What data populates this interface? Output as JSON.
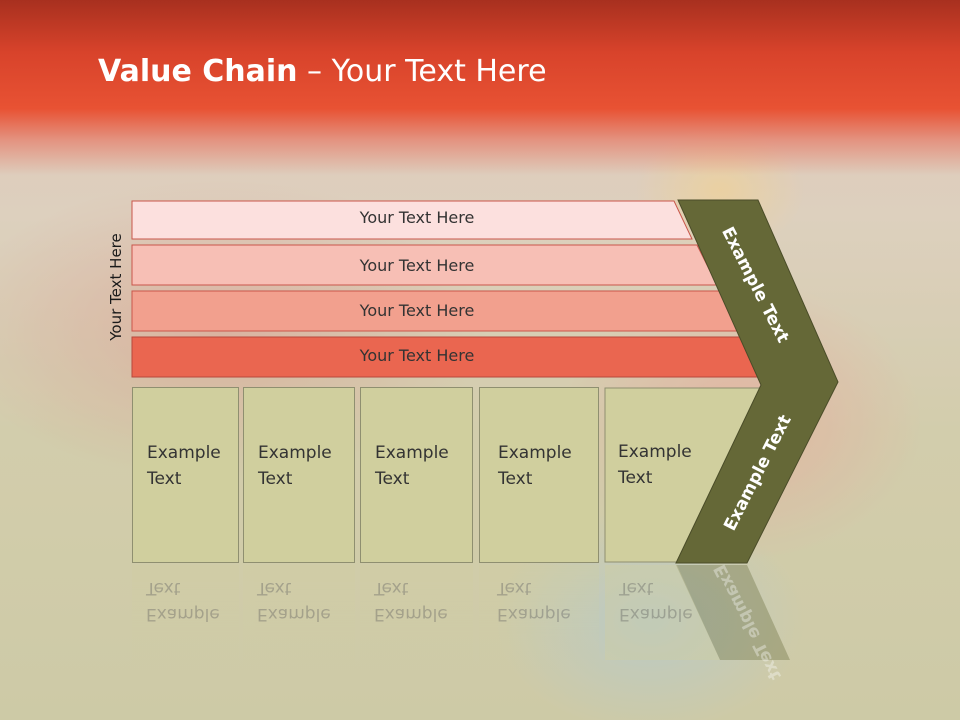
{
  "title": {
    "bold": "Value Chain",
    "rest": " – Your Text Here"
  },
  "side_label": "Your Text Here",
  "rows": [
    {
      "label": "Your Text Here",
      "color": "#fce0de"
    },
    {
      "label": "Your Text Here",
      "color": "#f7bfb5"
    },
    {
      "label": "Your Text Here",
      "color": "#f2a08e"
    },
    {
      "label": "Your Text Here",
      "color": "#ea6650"
    }
  ],
  "boxes": [
    {
      "line1": "Example",
      "line2": "Text"
    },
    {
      "line1": "Example",
      "line2": "Text"
    },
    {
      "line1": "Example",
      "line2": "Text"
    },
    {
      "line1": "Example",
      "line2": "Text"
    },
    {
      "line1": "Example",
      "line2": "Text"
    }
  ],
  "chevron": {
    "upper_label": "Example Text",
    "lower_label": "Example Text",
    "color": "#656837"
  },
  "colors": {
    "header": "#e24d30",
    "box_fill": "#d0cf9e",
    "chevron": "#656837"
  }
}
